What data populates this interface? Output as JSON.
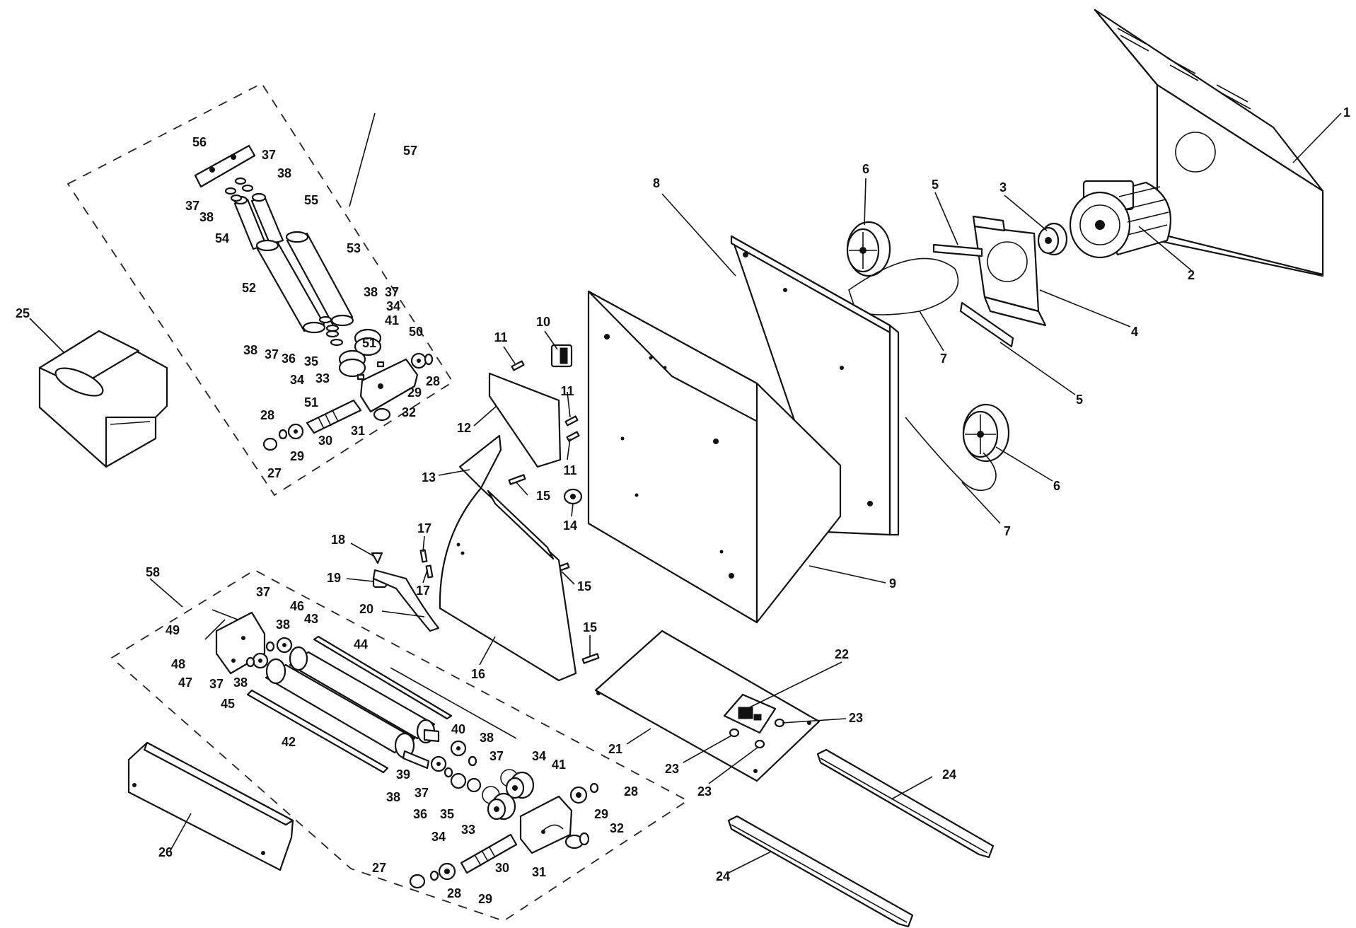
{
  "labels": [
    "1",
    "2",
    "3",
    "4",
    "5",
    "6",
    "7",
    "8",
    "9",
    "10",
    "11",
    "12",
    "13",
    "14",
    "15",
    "16",
    "17",
    "18",
    "19",
    "20",
    "21",
    "22",
    "23",
    "24",
    "25",
    "26",
    "27",
    "28",
    "29",
    "30",
    "31",
    "32",
    "33",
    "34",
    "35",
    "36",
    "37",
    "38",
    "39",
    "40",
    "41",
    "42",
    "43",
    "44",
    "45",
    "46",
    "47",
    "48",
    "49",
    "50",
    "51",
    "52",
    "53",
    "54",
    "55",
    "56",
    "57",
    "58"
  ]
}
